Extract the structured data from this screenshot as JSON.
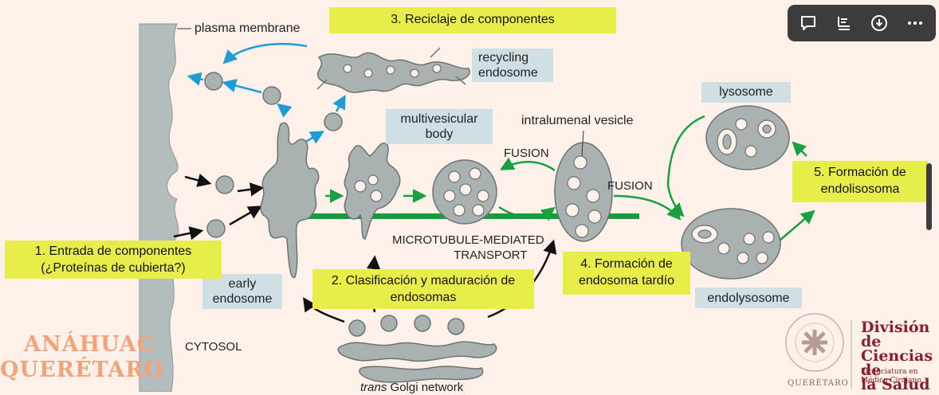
{
  "labels": {
    "plasma_membrane": "plasma membrane",
    "recycling_endosome": [
      "recycling",
      "endosome"
    ],
    "multivesicular_body": [
      "multivesicular",
      "body"
    ],
    "intralumenal_vesicle": "intralumenal vesicle",
    "lysosome": "lysosome",
    "fusion_1": "FUSION",
    "fusion_2": "FUSION",
    "microtubule_transport": [
      "MICROTUBULE-MEDIATED",
      "TRANSPORT"
    ],
    "early_endosome": [
      "early",
      "endosome"
    ],
    "endolysosome": "endolysosome",
    "cytosol": "CYTOSOL",
    "trans_golgi_italic": "trans",
    "trans_golgi_rest": " Golgi network"
  },
  "steps": {
    "step1": [
      "1. Entrada de componentes",
      "(¿Proteínas de cubierta?)"
    ],
    "step2": [
      "2. Clasificación y maduración de",
      "endosomas"
    ],
    "step3": "3. Reciclaje de componentes",
    "step4": [
      "4. Formación de",
      "endosoma tardío"
    ],
    "step5": [
      "5. Formación de",
      "endolisosoma"
    ]
  },
  "branding": {
    "anahuac": "ANÁHUAC",
    "queretaro": "QUERÉTARO",
    "division": [
      "División de",
      "Ciencias de",
      "la Salud"
    ],
    "division_sub": [
      "Licenciatura en",
      "Médico Cirujano"
    ],
    "seal_city": "QUERÉTARO"
  },
  "toolbar": {
    "icons": [
      "speech-bubble-icon",
      "notes-icon",
      "download-icon",
      "more-icon"
    ]
  },
  "colors": {
    "background": "#fdf1ea",
    "membrane": "#b4bdbd",
    "organelle_fill": "#a9b2b1",
    "organelle_stroke": "#6b7474",
    "blue_arrow": "#1f9bd7",
    "green_arrow": "#19a043",
    "microtubule": "#1a9a3a",
    "label_box": "#cfdfe3",
    "step_box": "#e7ee4a",
    "brand_orange": "#f2a37a",
    "brand_maroon": "#8a1f2b"
  }
}
